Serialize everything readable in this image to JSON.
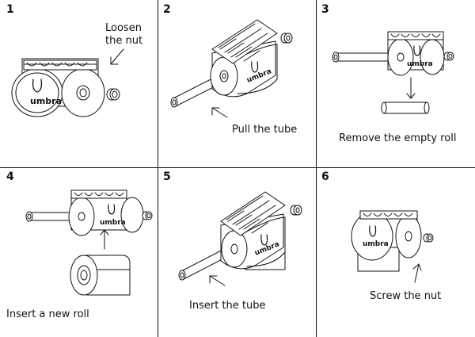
{
  "steps": [
    {
      "number": "1",
      "caption_line1": "Loosen",
      "caption_line2": "the nut"
    },
    {
      "number": "2",
      "caption": "Pull the tube"
    },
    {
      "number": "3",
      "caption": "Remove the empty roll"
    },
    {
      "number": "4",
      "caption": "Insert a new roll"
    },
    {
      "number": "5",
      "caption": "Insert the tube"
    },
    {
      "number": "6",
      "caption": "Screw the nut"
    }
  ],
  "brand": "umbra",
  "colors": {
    "line": "#111111",
    "background": "#ffffff"
  }
}
